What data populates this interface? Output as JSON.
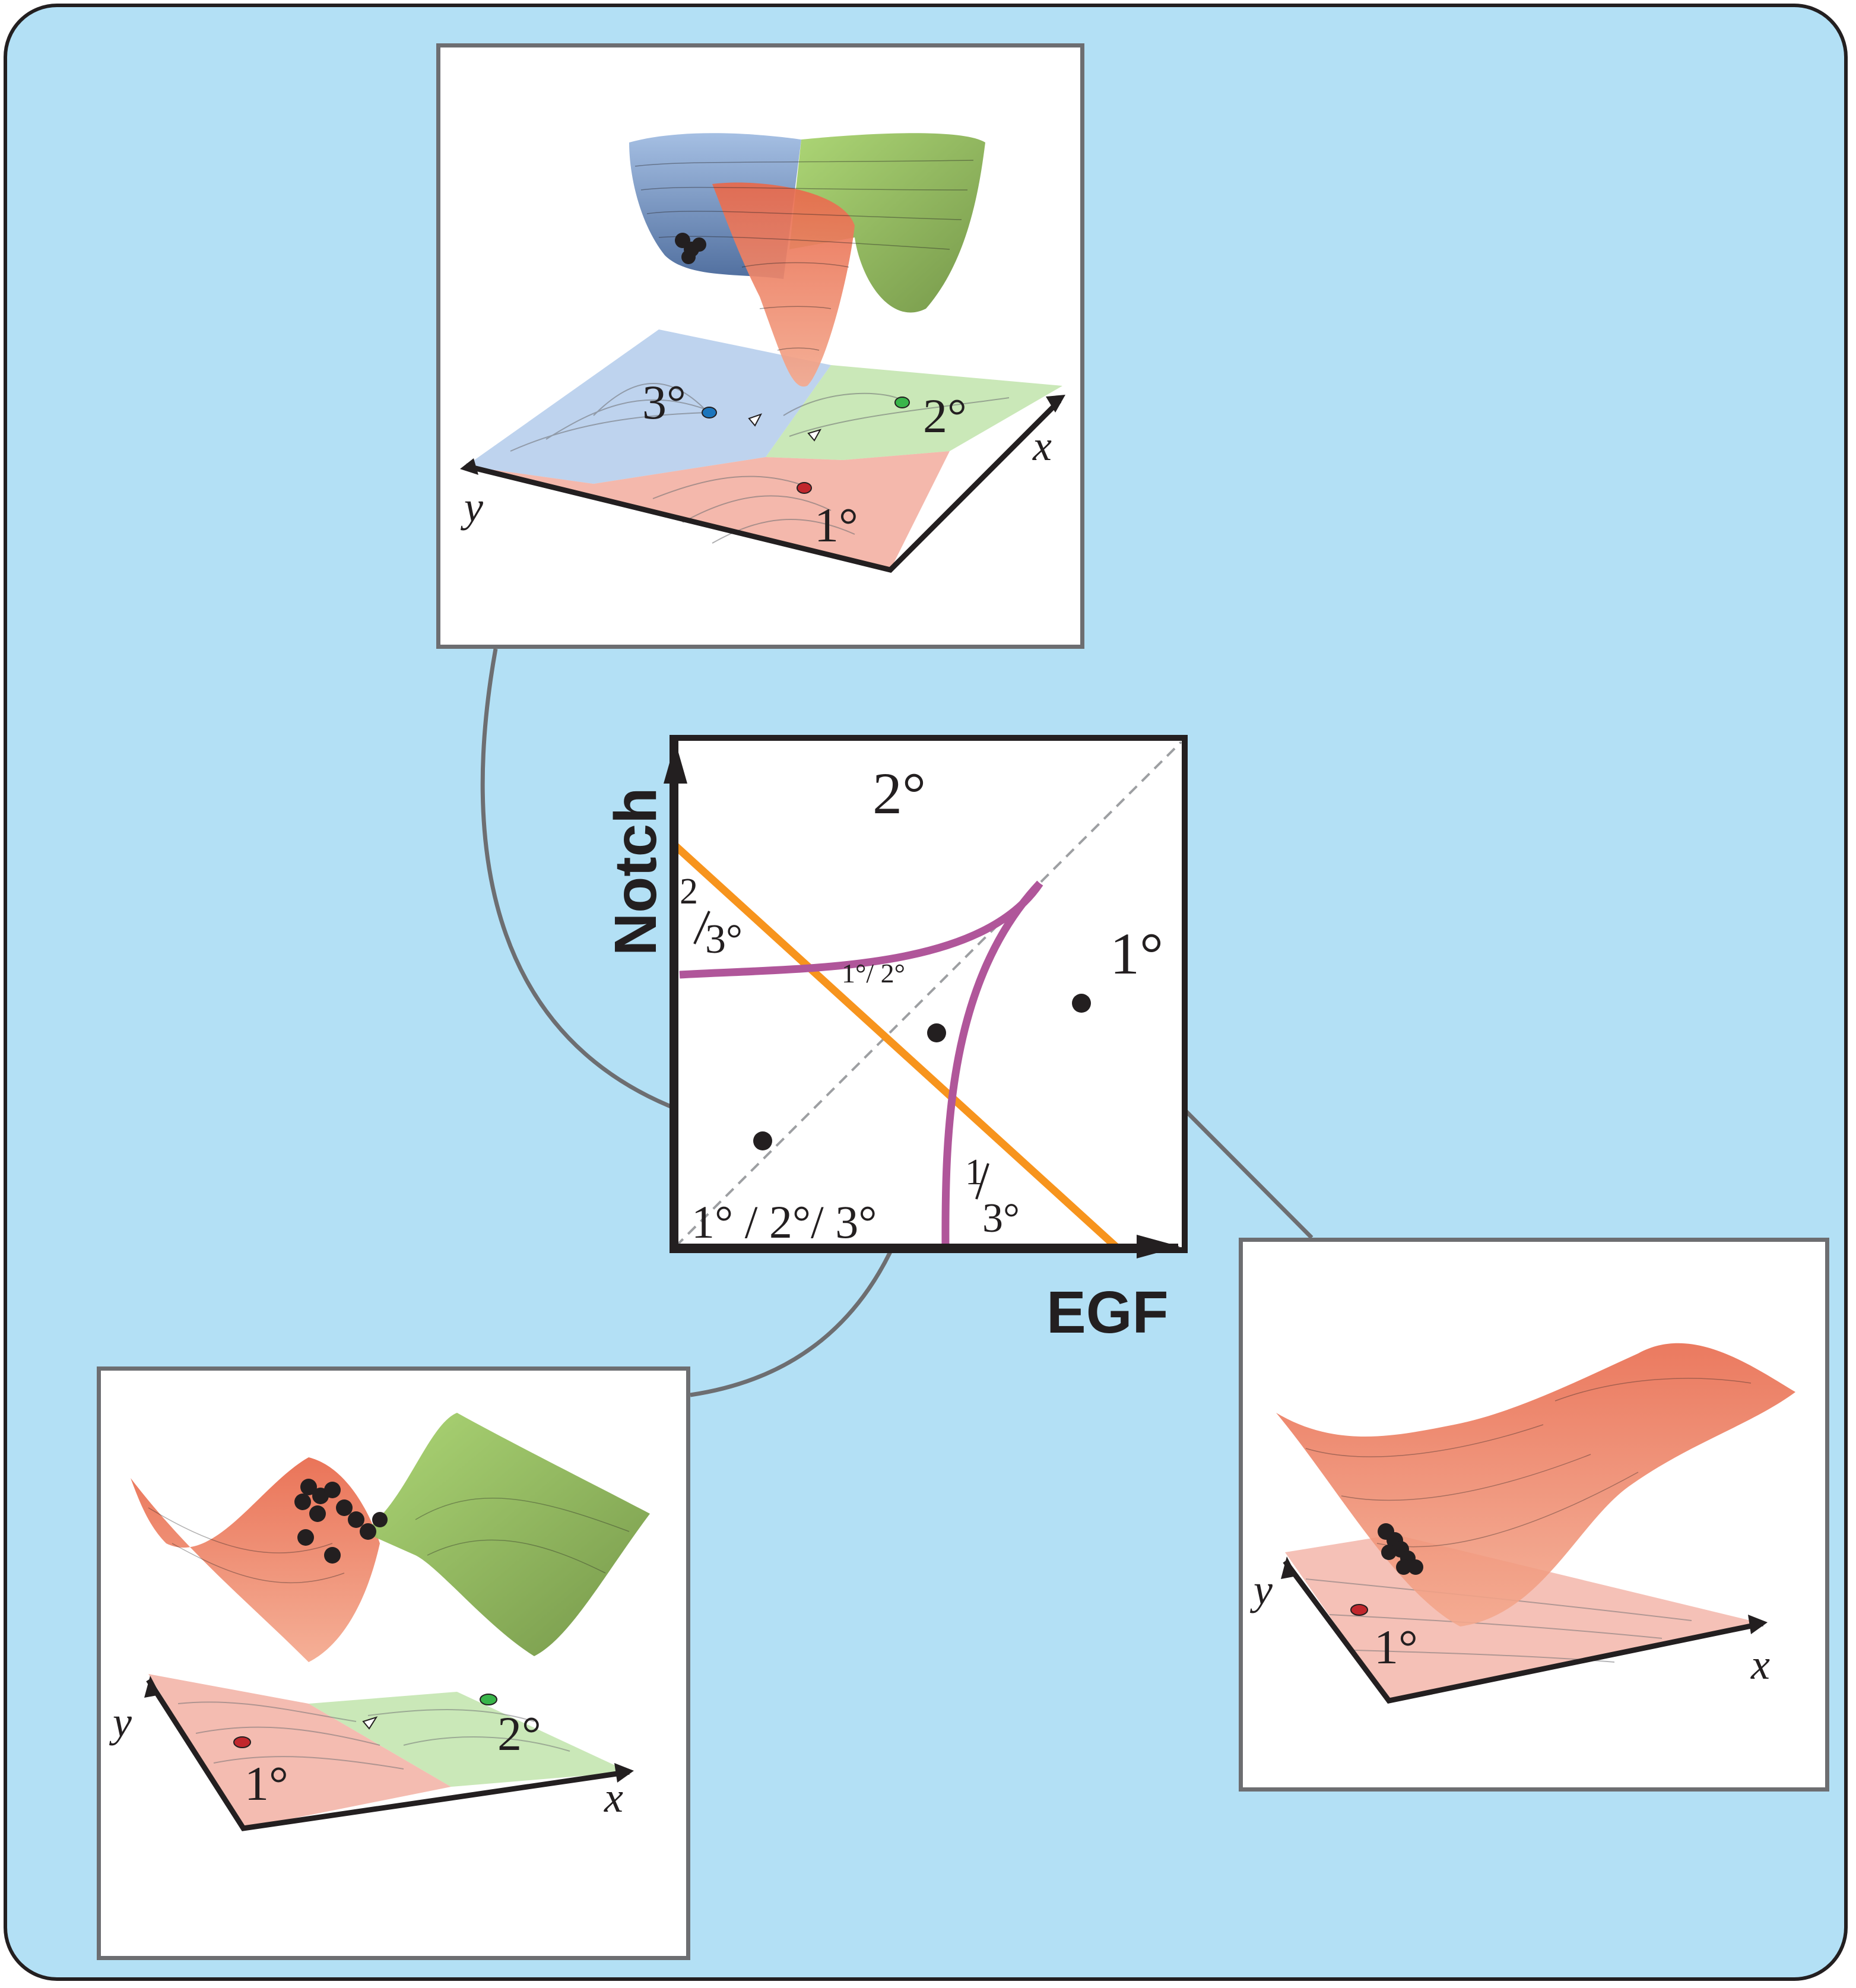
{
  "colors": {
    "background": "#b3e0f5",
    "panel_border": "#6d6e71",
    "fate_1": "#f0a090",
    "fate_2": "#b8e0a0",
    "fate_3": "#a8c4e8",
    "orange_line": "#f7941d",
    "purple_line": "#b0569a"
  },
  "center_plot": {
    "x_axis_label": "EGF",
    "y_axis_label": "Notch",
    "regions": {
      "top": "2°",
      "right": "1°",
      "bottom_left": "1° / 2°/ 3°",
      "upper_left_num": "2",
      "upper_left_den": "3°",
      "lower_right_num": "1",
      "lower_right_den": "3°",
      "cusp": "1°/ 2°"
    }
  },
  "landscape_top": {
    "x_label": "x",
    "y_label": "y",
    "fate_labels": [
      "1°",
      "2°",
      "3°"
    ]
  },
  "landscape_bottom_left": {
    "x_label": "x",
    "y_label": "y",
    "fate_labels": [
      "1°",
      "2°"
    ]
  },
  "landscape_right": {
    "x_label": "x",
    "y_label": "y",
    "fate_labels": [
      "1°"
    ]
  }
}
